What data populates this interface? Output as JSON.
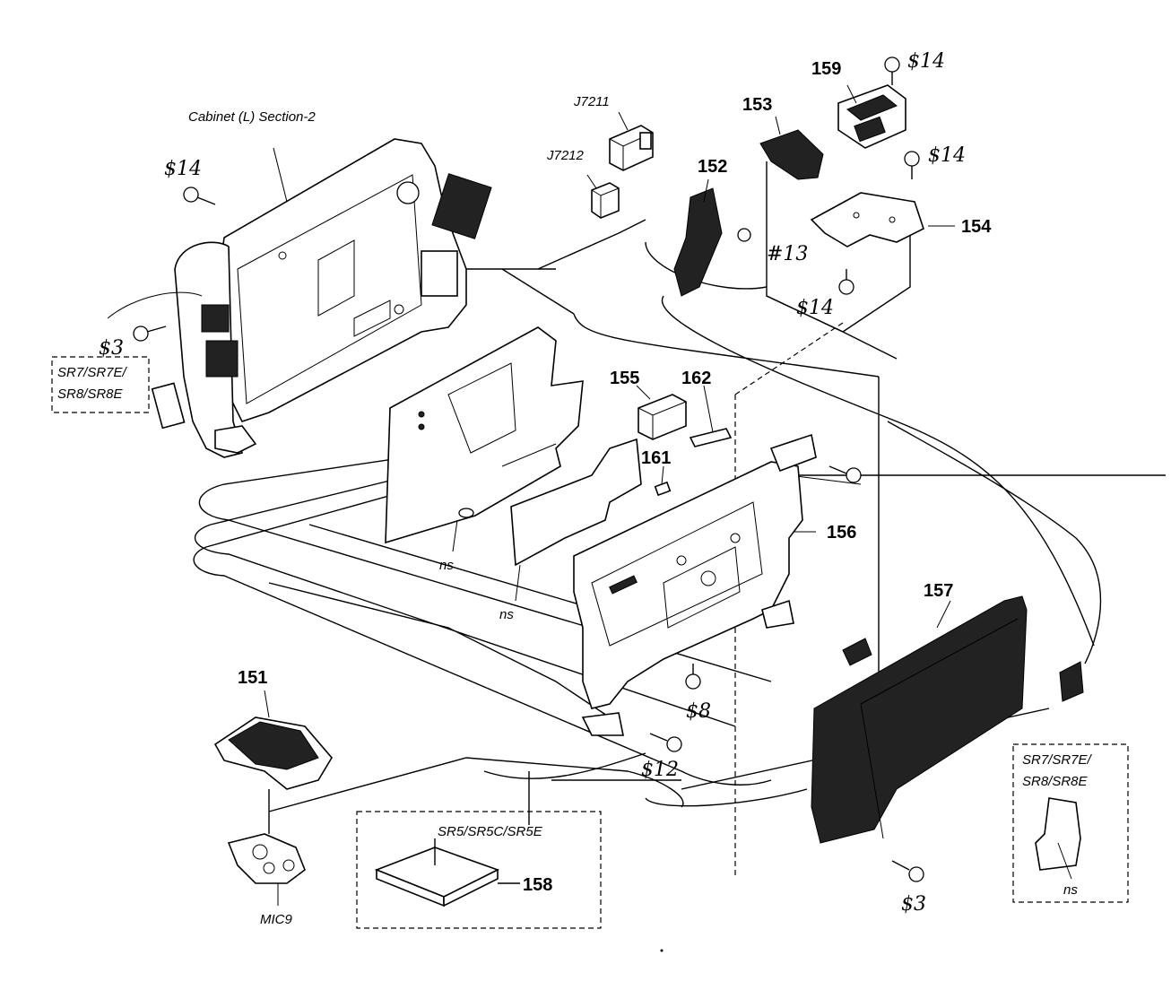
{
  "labels": {
    "cabinet": "Cabinet (L) Section-2",
    "j7211": "J7211",
    "j7212": "J7212",
    "p151": "151",
    "p152": "152",
    "p153": "153",
    "p154": "154",
    "p155": "155",
    "p156": "156",
    "p157": "157",
    "p158": "158",
    "p159": "159",
    "p161": "161",
    "p162": "162",
    "mic9": "MIC9",
    "ns1": "ns",
    "ns2": "ns",
    "ns3": "ns"
  },
  "screws": {
    "s14_a": "$14",
    "s14_b": "$14",
    "s14_c": "$14",
    "s14_d": "$14",
    "s3_a": "$3",
    "s3_b": "$3",
    "s8": "$8",
    "s12": "$12",
    "s13": "#13"
  },
  "model_boxes": {
    "left_line1": "SR7/SR7E/",
    "left_line2": "SR8/SR8E",
    "right_line1": "SR7/SR7E/",
    "right_line2": "SR8/SR8E",
    "bottom": "SR5/SR5C/SR5E"
  }
}
